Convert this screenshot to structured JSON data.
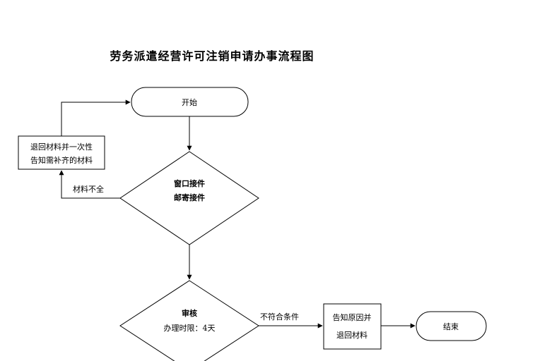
{
  "title": "劳务派遣经营许可注销申请办事流程图",
  "nodes": {
    "start": {
      "label": "开始"
    },
    "return_materials": {
      "line1": "退回材料并一次性",
      "line2": "告知需补齐的材料"
    },
    "window_receive": {
      "line1": "窗口接件",
      "line2": "邮寄接件"
    },
    "review": {
      "line1": "审核",
      "line2": "办理时限：4天"
    },
    "notify_return": {
      "line1": "告知原因并",
      "line2": "退回材料"
    },
    "end": {
      "label": "结束"
    }
  },
  "edges": {
    "incomplete": "材料不全",
    "not_qualified": "不符合条件"
  }
}
